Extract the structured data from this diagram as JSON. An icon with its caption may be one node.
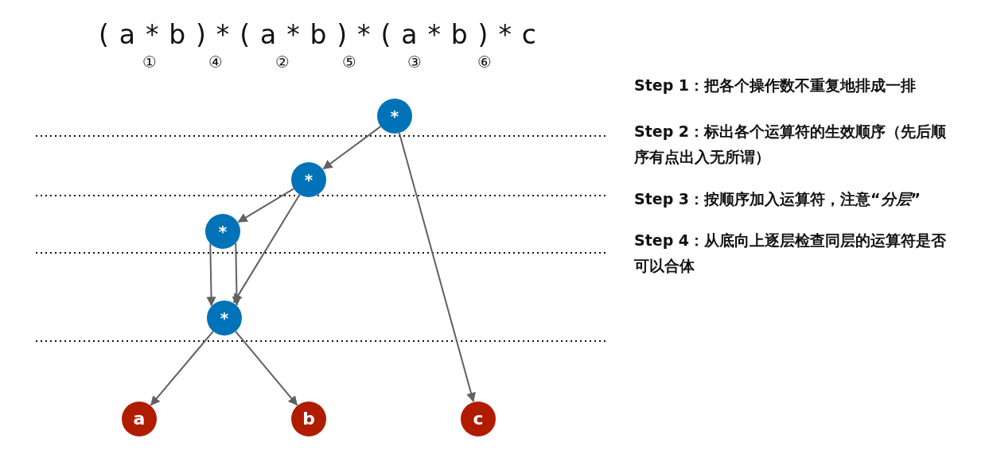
{
  "diagram": {
    "nodes": [
      {
        "text": [
          "*"
        ]
      },
      {
        "text": [
          "*"
        ]
      },
      {
        "text": [
          "*"
        ]
      },
      {
        "text": [
          "*"
        ]
      },
      {
        "text": [
          "a"
        ]
      },
      {
        "text": [
          "b"
        ]
      },
      {
        "text": [
          "c"
        ]
      }
    ],
    "edges": [
      {
        "from": 0,
        "to": 1,
        "arrow": "to"
      },
      {
        "from": 0,
        "to": 6,
        "arrow": "to"
      },
      {
        "from": 1,
        "to": 2,
        "arrow": "to"
      },
      {
        "from": 1,
        "to": 3,
        "arrow": "to"
      },
      {
        "from": 2,
        "to": 3,
        "arrow": "to"
      },
      {
        "from": 2,
        "to": 3,
        "arrow": "to"
      },
      {
        "from": 3,
        "to": 4,
        "arrow": "to"
      },
      {
        "from": 3,
        "to": 5,
        "arrow": "to"
      }
    ],
    "labels": [
      "( a * b ) * ( a * b ) * ( a * b ) * c",
      "①",
      "④",
      "②",
      "⑤",
      "③",
      "⑥",
      "Step 1：把各个操作数不重复地排成一排",
      "Step 2：标出各个运算符的生效顺序（先后顺序有点出入无所谓）",
      "Step 3：按顺序加入运算符，注意“*分层*”",
      "Step 4：从底向上逐层检查同层的运算符是否可以合体"
    ]
  }
}
